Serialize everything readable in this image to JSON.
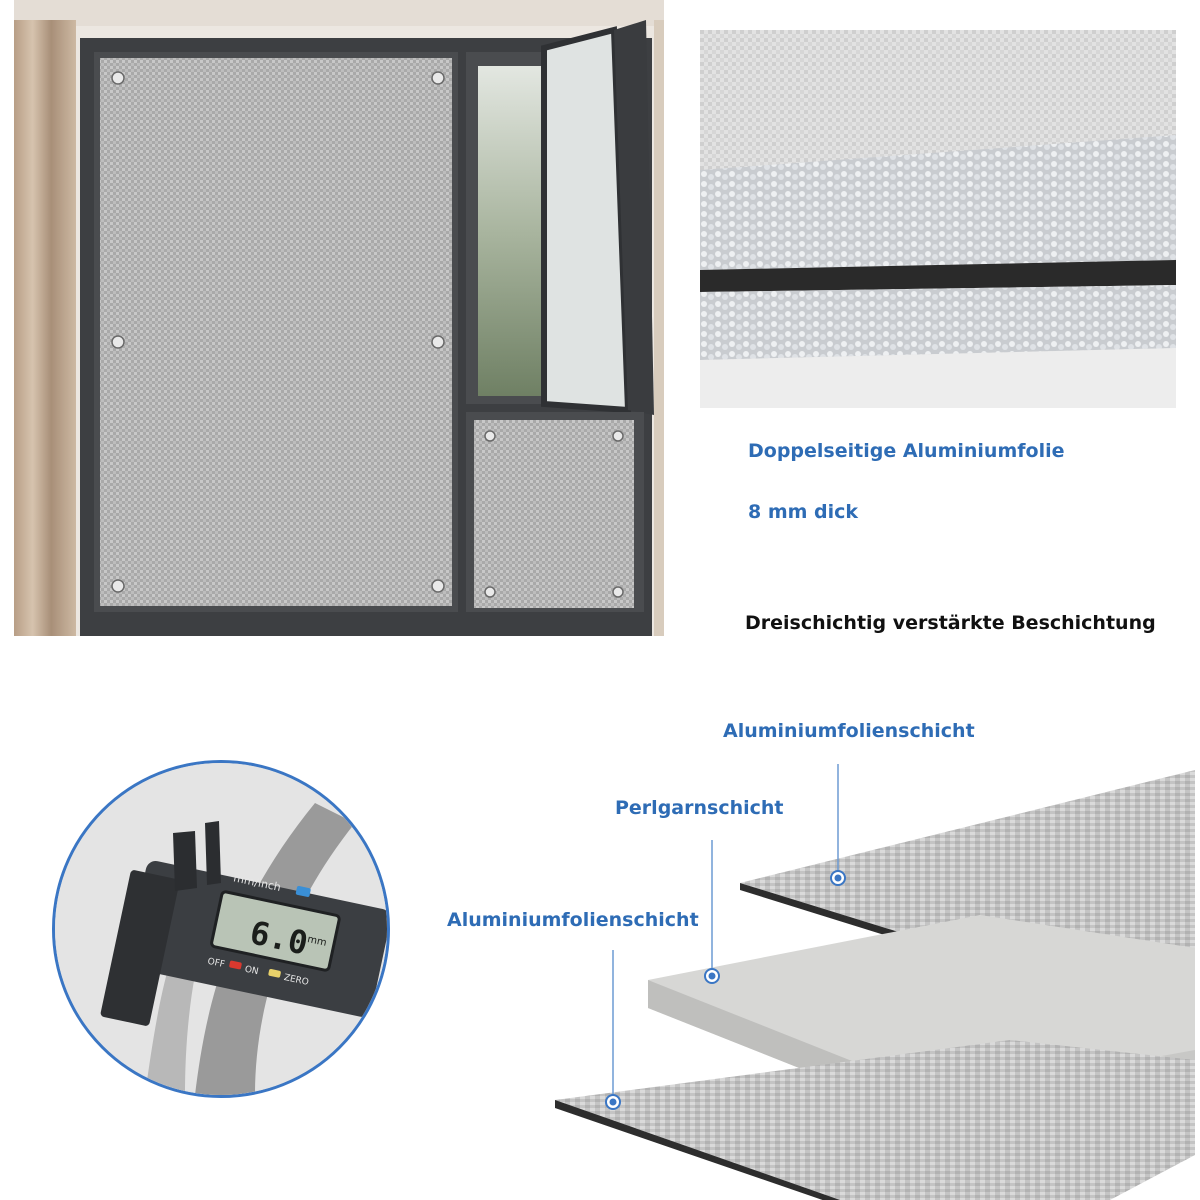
{
  "labels": {
    "double_sided_foil": "Doppelseitige Aluminiumfolie",
    "thickness": "8 mm dick",
    "coating": "Dreischichtig verstärkte Beschichtung"
  },
  "layers": {
    "top": "Aluminiumfolienschicht",
    "middle": "Perlgarnschicht",
    "bottom": "Aluminiumfolienschicht"
  },
  "caliper": {
    "unit_button": "mm/inch",
    "reading": "6.0",
    "reading_unit": "mm",
    "off_on_label": "OFF",
    "on_label": "ON",
    "zero_label": "ZERO"
  },
  "colors": {
    "accent_blue": "#2e6cb5",
    "circle_border": "#3a76c4",
    "frame_dark": "#3d3f42",
    "foil_silver": "#b9b9b9"
  }
}
